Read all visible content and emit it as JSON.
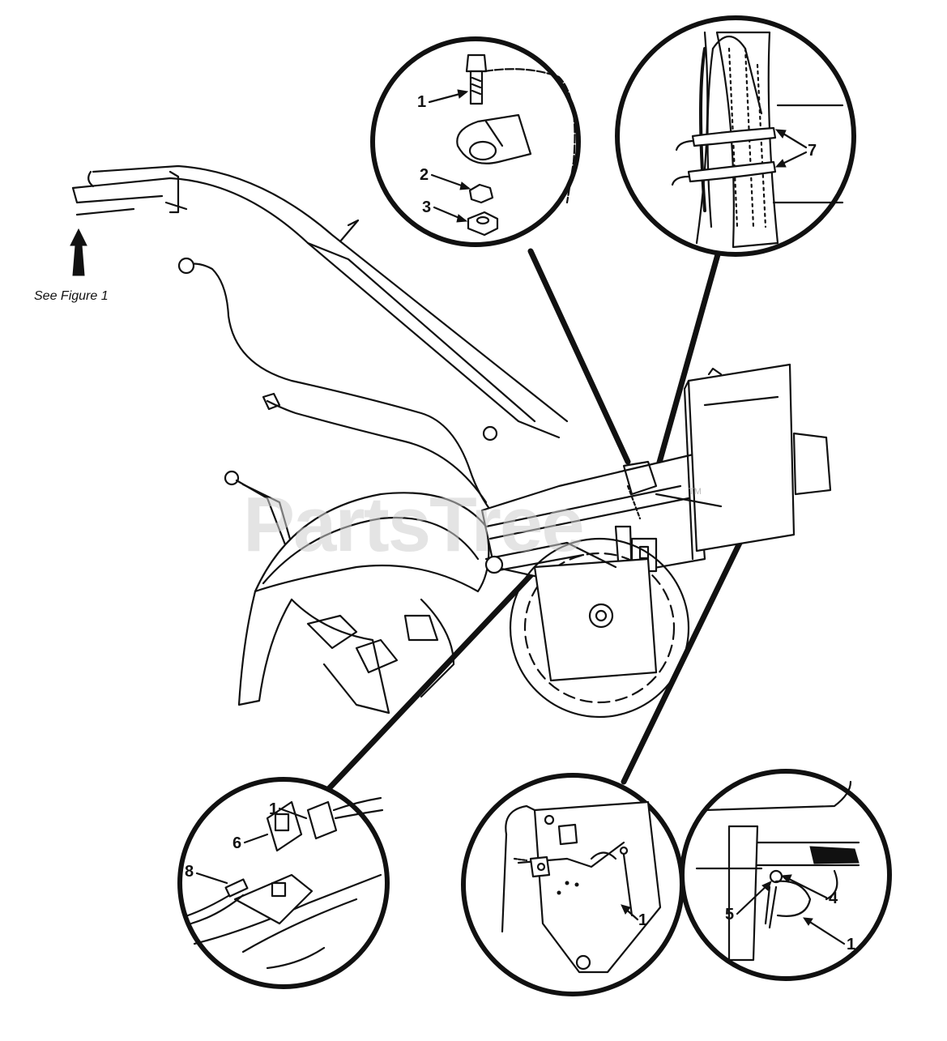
{
  "watermark": "PartsTree",
  "watermark_tm": "TM",
  "see_figure_label": "See Figure 1",
  "callouts": {
    "top_left_circle": [
      "1",
      "2",
      "3"
    ],
    "top_right_circle": [
      "7"
    ],
    "bottom_left_circle": [
      "1",
      "6",
      "8"
    ],
    "bottom_middle_circle": [
      "1"
    ],
    "bottom_right_circle": [
      "4",
      "5",
      "1"
    ]
  },
  "icons": {
    "arrow": "up-arrow-icon"
  },
  "colors": {
    "ink": "#111111",
    "background": "#ffffff",
    "watermark": "#cfcfcf"
  }
}
